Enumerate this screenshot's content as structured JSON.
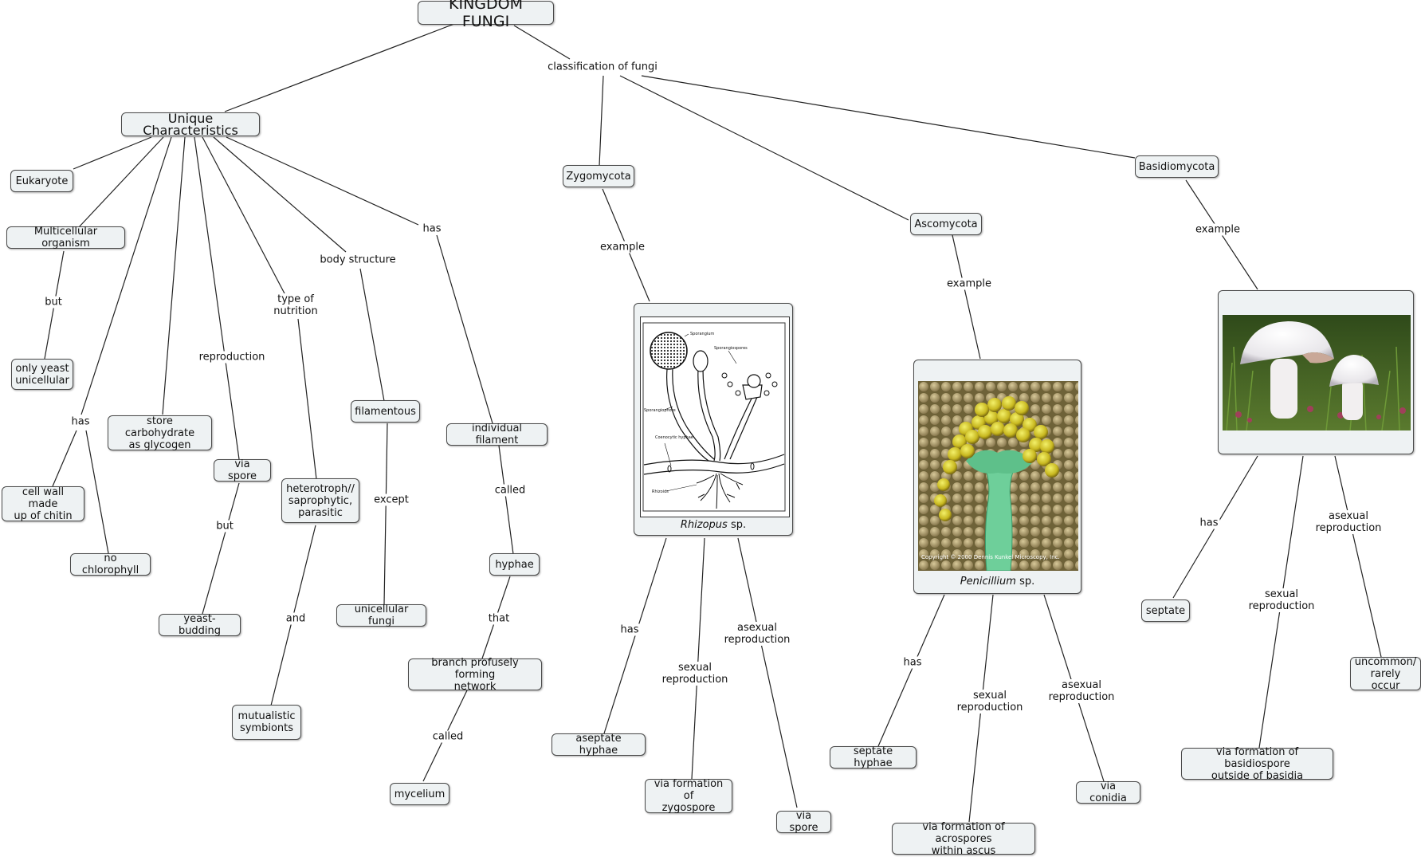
{
  "title": "KINGDOM FUNGI",
  "nodes": {
    "unique": "Unique Characteristics",
    "eukaryote": "Eukaryote",
    "multicellular": "Multicellular organism",
    "only_yeast": "only yeast\nunicellular",
    "cell_wall": "cell wall made\nup of chitin",
    "no_chlorophyll": "no chlorophyll",
    "store_carb": "store carbohydrate\nas glycogen",
    "via_spore_1": "via spore",
    "yeast_budding": "yeast-budding",
    "heterotroph": "heterotroph//\nsaprophytic,\nparasitic",
    "mutualistic": "mutualistic\nsymbionts",
    "filamentous": "filamentous",
    "unicellular_fungi": "unicellular fungi",
    "individual_filament": "individual filament",
    "hyphae": "hyphae",
    "branch": "branch profusely forming\nnetwork",
    "mycelium": "mycelium",
    "zygomycota": "Zygomycota",
    "ascomycota": "Ascomycota",
    "basidiomycota": "Basidiomycota",
    "aseptate": "aseptate hyphae",
    "zygospore": "via formation of\nzygospore",
    "via_spore_2": "via spore",
    "septate_1": "septate hyphae",
    "acrospores": "via formation of acrospores\nwithin ascus",
    "conidia": "via conidia",
    "septate_2": "septate",
    "basidiospore": "via formation of basidiospore\noutside of basidia",
    "uncommon": "uncommon/\nrarely occur"
  },
  "labels": {
    "classification": "classification of fungi",
    "but_1": "but",
    "has_1": "has",
    "reproduction": "reproduction",
    "but_2": "but",
    "type_nutrition": "type of\nnutrition",
    "and": "and",
    "body_structure": "body structure",
    "except": "except",
    "has_2": "has",
    "called_1": "called",
    "that": "that",
    "called_2": "called",
    "example_1": "example",
    "example_2": "example",
    "example_3": "example",
    "has_3": "has",
    "sexual_1": "sexual\nreproduction",
    "asexual_1": "asexual\nreproduction",
    "has_4": "has",
    "sexual_2": "sexual\nreproduction",
    "asexual_2": "asexual\nreproduction",
    "has_5": "has",
    "sexual_3": "sexual\nreproduction",
    "asexual_3": "asexual\nreproduction"
  },
  "images": {
    "rhizopus": {
      "genus": "Rhizopus",
      "suffix": "sp.",
      "parts": [
        "Sporangium",
        "Sporangiospores",
        "Sporangiophore",
        "Coenocytic hyphae",
        "Rhizoids"
      ]
    },
    "penicillium": {
      "genus": "Penicillium",
      "suffix": "sp.",
      "copyright": "Copyright © 2000 Dennis Kunkel Microscopy, Inc."
    }
  },
  "colors": {
    "node_fill": "#eef2f3",
    "node_border": "#4a4a4a",
    "line": "#222222"
  }
}
